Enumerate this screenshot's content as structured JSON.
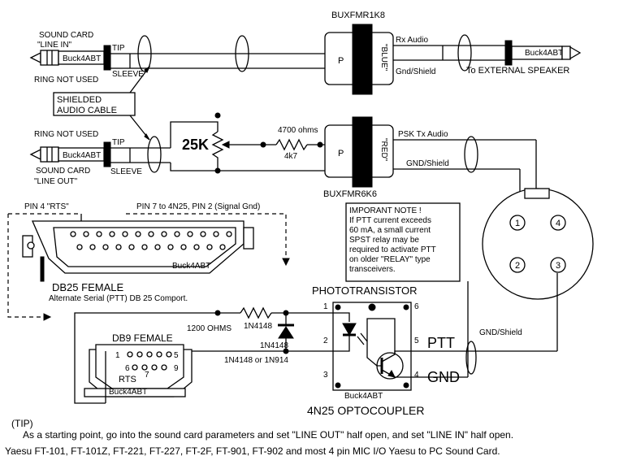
{
  "sound_card_in": {
    "title": "SOUND CARD",
    "subtitle": "\"LINE IN\"",
    "ring": "RING NOT USED",
    "tip": "TIP",
    "sleeve": "SLEEVE"
  },
  "sound_card_out": {
    "title": "SOUND CARD",
    "subtitle": "\"LINE OUT\"",
    "ring": "RING NOT USED",
    "tip": "TIP",
    "sleeve": "SLEEVE"
  },
  "plug_label": "Buck4ABT",
  "shielded_cable": {
    "line1": "SHIELDED",
    "line2": "AUDIO CABLE"
  },
  "transformer_top": {
    "name": "BUXFMR1K8",
    "color": "\"BLUE\"",
    "primary": "P",
    "rx": "Rx Audio",
    "gnd": "Gnd/Shield"
  },
  "transformer_bottom": {
    "name": "BUXFMR6K6",
    "color": "\"RED\"",
    "primary": "P",
    "tx": "PSK Tx Audio",
    "gnd": "GND/Shield"
  },
  "external_speaker": "To EXTERNAL SPEAKER",
  "pot": {
    "value": "25K"
  },
  "resistor_top": {
    "value": "4700 ohms",
    "short": "4k7"
  },
  "db25": {
    "pin4": "PIN 4  \"RTS\"",
    "pin7": "PIN 7  to 4N25, PIN 2 (Signal Gnd)",
    "title": "DB25 FEMALE",
    "subtitle": "Alternate Serial (PTT) DB 25 Comport.",
    "brand": "Buck4ABT"
  },
  "note": {
    "lines": [
      "IMPORANT NOTE !",
      "If PTT current exceeds",
      "60 mA, a small current",
      "SPST relay may be",
      "required to activate PTT",
      "on older \"RELAY\" type",
      "transceivers."
    ]
  },
  "mic_connector": {
    "pins": [
      "1",
      "2",
      "3",
      "4"
    ]
  },
  "optocoupler": {
    "top_label": "PHOTOTRANSISTOR",
    "bottom_label": "4N25  OPTOCOUPLER",
    "brand": "Buck4ABT",
    "pins": [
      "1",
      "2",
      "3",
      "4",
      "5",
      "6"
    ],
    "ptt": "PTT",
    "gnd": "GND",
    "gnd_shield": "GND/Shield"
  },
  "resistor_1200": "1200 OHMS",
  "diode": {
    "label": "1N4148",
    "name": "1N4148",
    "alt": "1N4148 or 1N914"
  },
  "db9": {
    "title": "DB9 FEMALE",
    "pins_top": [
      "1",
      "5"
    ],
    "pins_bottom": [
      "6",
      "9"
    ],
    "pin7": "7",
    "rts": "RTS",
    "brand": "Buck4ABT"
  },
  "tip": {
    "label": "(TIP)",
    "text": "As a starting point, go into the sound card parameters and set \"LINE OUT\" half open, and set \"LINE IN\" half open."
  },
  "footer": "Yaesu FT-101, FT-101Z, FT-221, FT-227, FT-2F, FT-901, FT-902 and most 4 pin MIC I/O Yaesu to PC Sound Card."
}
